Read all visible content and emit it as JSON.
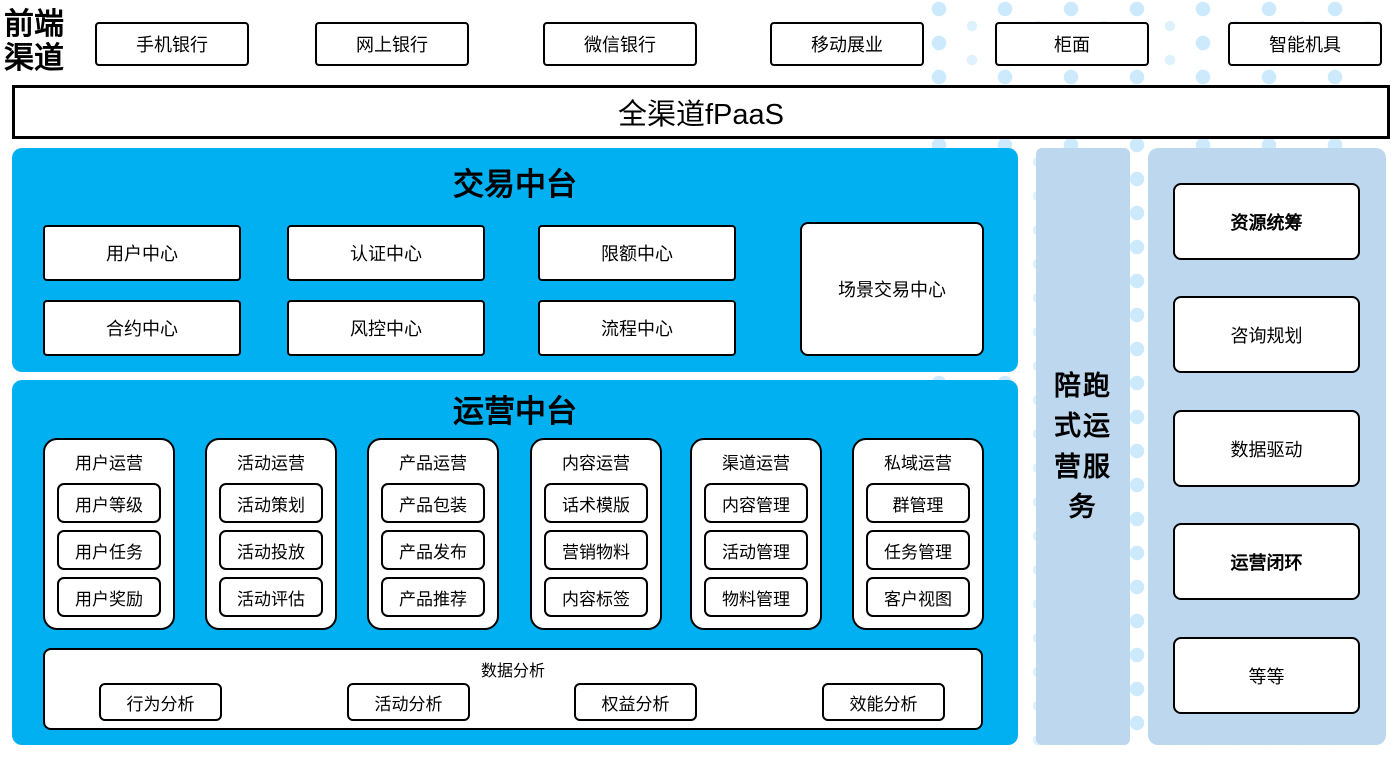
{
  "colors": {
    "primary_blue": "#00b0f0",
    "light_blue": "#bdd7ee",
    "dot_blue": "#cdeafc"
  },
  "front_channels": {
    "label": "前端渠道",
    "items": [
      "手机银行",
      "网上银行",
      "微信银行",
      "移动展业",
      "柜面",
      "智能机具"
    ]
  },
  "fpaas": {
    "label": "全渠道fPaaS"
  },
  "trading": {
    "title": "交易中台",
    "centers": [
      "用户中心",
      "认证中心",
      "限额中心",
      "合约中心",
      "风控中心",
      "流程中心"
    ],
    "scene_center": "场景交易中心"
  },
  "operations": {
    "title": "运营中台",
    "groups": [
      {
        "title": "用户运营",
        "items": [
          "用户等级",
          "用户任务",
          "用户奖励"
        ]
      },
      {
        "title": "活动运营",
        "items": [
          "活动策划",
          "活动投放",
          "活动评估"
        ]
      },
      {
        "title": "产品运营",
        "items": [
          "产品包装",
          "产品发布",
          "产品推荐"
        ]
      },
      {
        "title": "内容运营",
        "items": [
          "话术模版",
          "营销物料",
          "内容标签"
        ]
      },
      {
        "title": "渠道运营",
        "items": [
          "内容管理",
          "活动管理",
          "物料管理"
        ]
      },
      {
        "title": "私域运营",
        "items": [
          "群管理",
          "任务管理",
          "客户视图"
        ]
      }
    ],
    "analytics": {
      "title": "数据分析",
      "items": [
        "行为分析",
        "活动分析",
        "权益分析",
        "效能分析"
      ]
    }
  },
  "side_bar": {
    "label": "陪跑式运营服务"
  },
  "right_panel": {
    "items": [
      {
        "label": "资源统筹",
        "bold": true
      },
      {
        "label": "咨询规划",
        "bold": false
      },
      {
        "label": "数据驱动",
        "bold": false
      },
      {
        "label": "运营闭环",
        "bold": true
      },
      {
        "label": "等等",
        "bold": false
      }
    ]
  }
}
